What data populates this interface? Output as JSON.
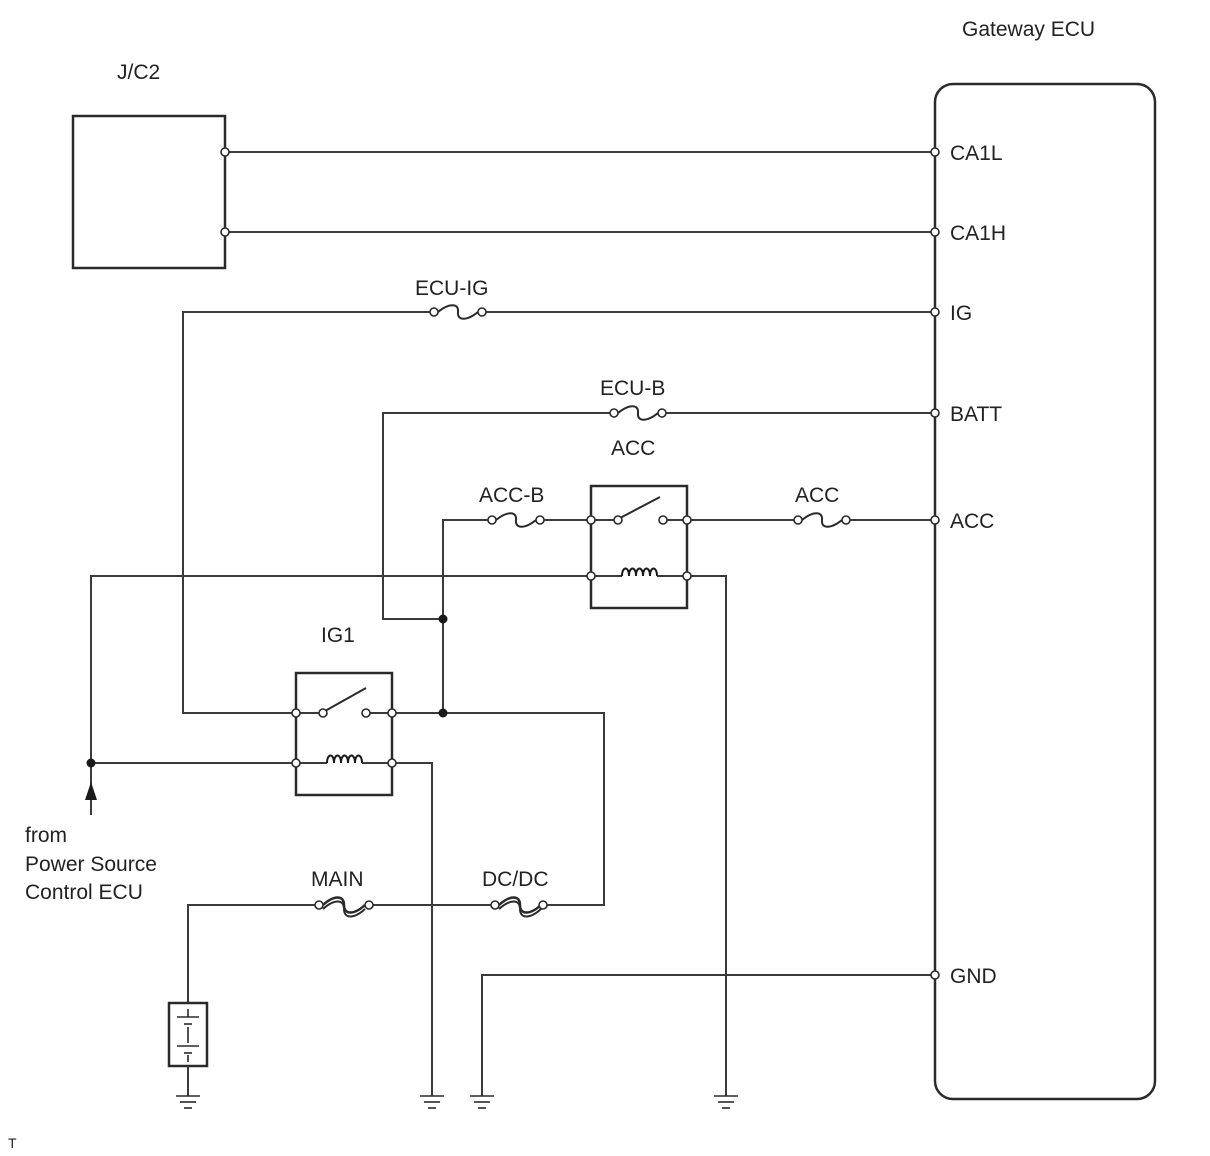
{
  "components": {
    "jc2": "J/C2",
    "gateway_ecu": "Gateway ECU",
    "ig1_relay": "IG1",
    "acc_relay": "ACC",
    "battery": "battery-symbol"
  },
  "fuses": {
    "ecu_ig": "ECU-IG",
    "ecu_b": "ECU-B",
    "acc_b": "ACC-B",
    "acc": "ACC",
    "main": "MAIN",
    "dc_dc": "DC/DC"
  },
  "pins": {
    "ca1l": "CA1L",
    "ca1h": "CA1H",
    "ig": "IG",
    "batt": "BATT",
    "acc": "ACC",
    "gnd": "GND"
  },
  "source_note": {
    "line1": "from",
    "line2": "Power Source",
    "line3": "Control ECU"
  },
  "corner_mark": "T"
}
